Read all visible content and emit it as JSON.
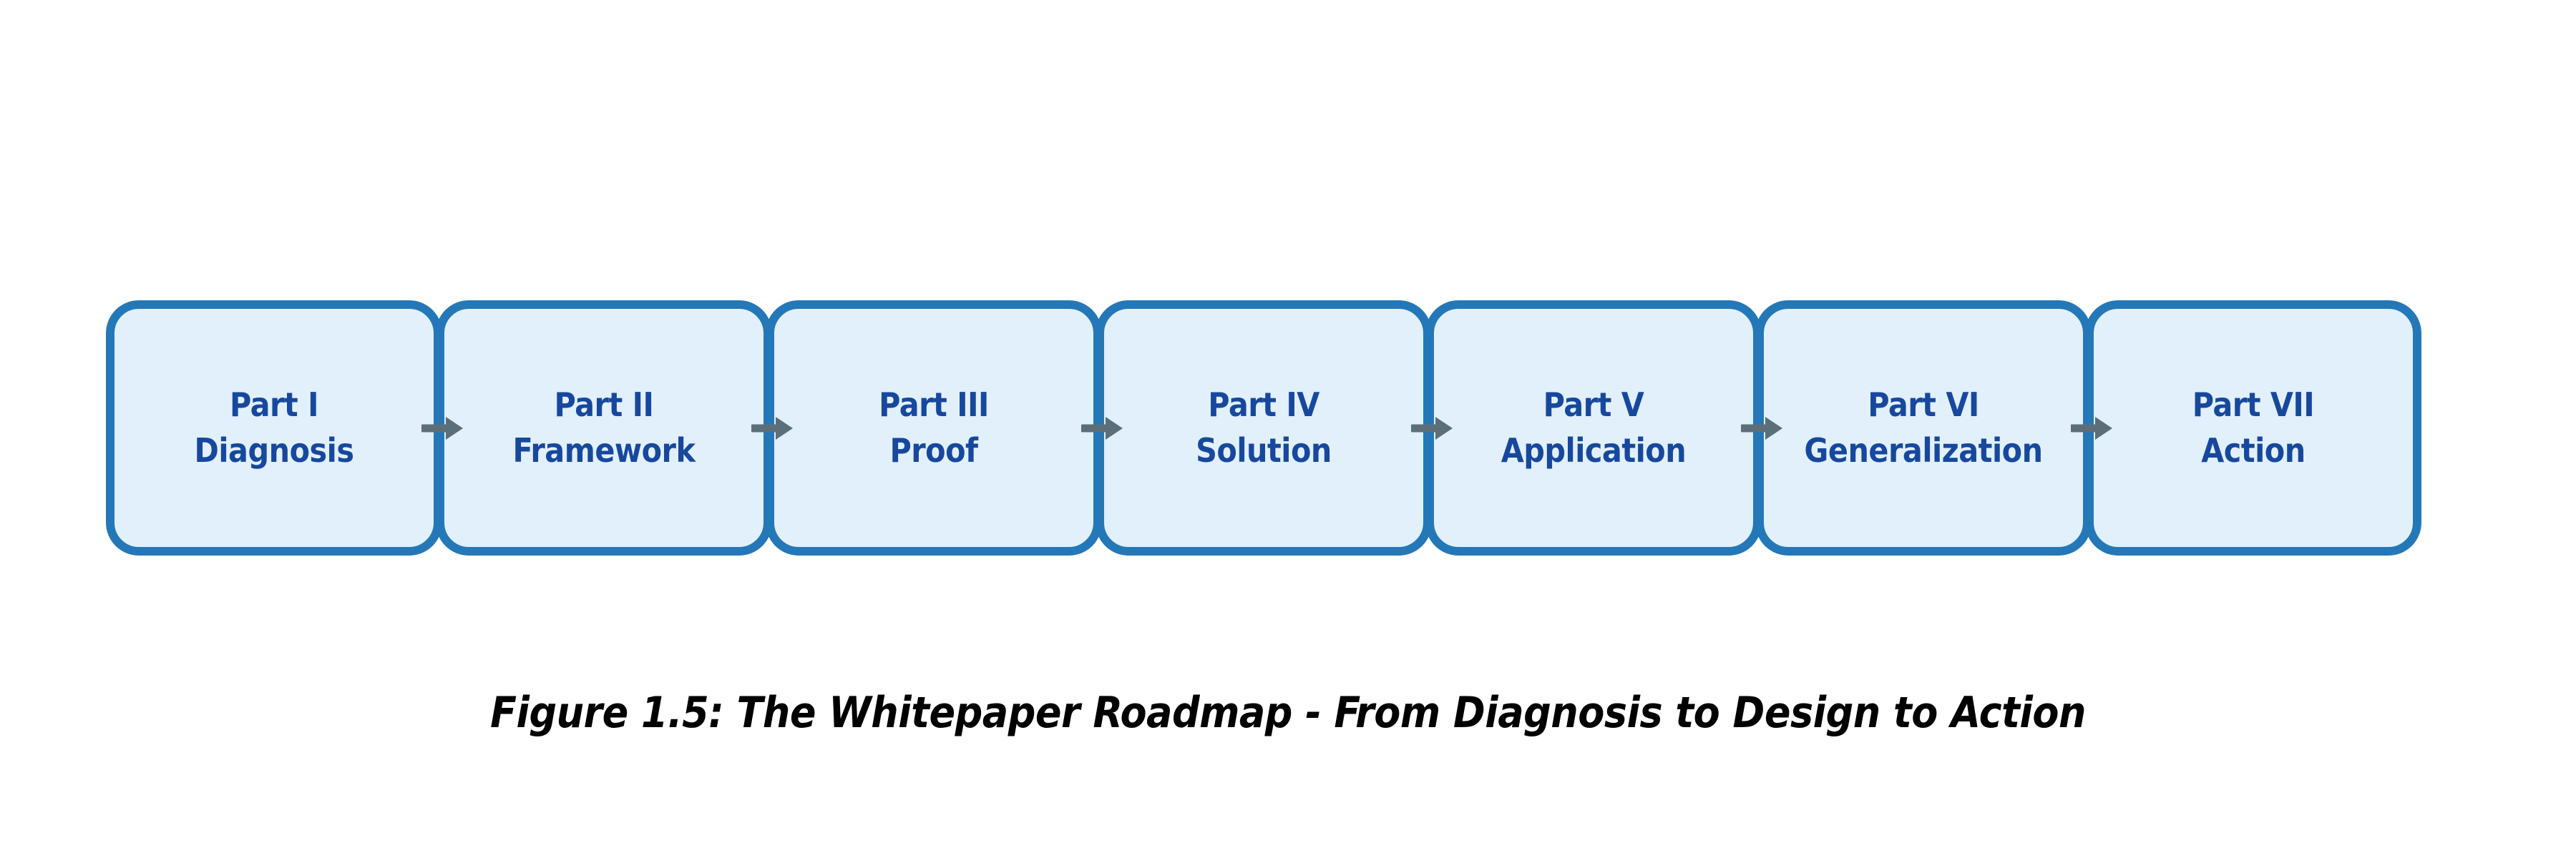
{
  "figure": {
    "boxes": [
      {
        "line1": "Part I",
        "line2": "Diagnosis"
      },
      {
        "line1": "Part II",
        "line2": "Framework"
      },
      {
        "line1": "Part III",
        "line2": "Proof"
      },
      {
        "line1": "Part IV",
        "line2": "Solution"
      },
      {
        "line1": "Part V",
        "line2": "Application"
      },
      {
        "line1": "Part VI",
        "line2": "Generalization"
      },
      {
        "line1": "Part VII",
        "line2": "Action"
      }
    ],
    "caption": "Figure 1.5: The Whitepaper Roadmap - From Diagnosis to Design to Action",
    "colors": {
      "background": "#ffffff",
      "box_fill": "#e2f0fb",
      "box_border": "#2478b8",
      "box_text": "#17489e",
      "arrow": "#5c6e7a",
      "caption_text": "#000000"
    }
  }
}
